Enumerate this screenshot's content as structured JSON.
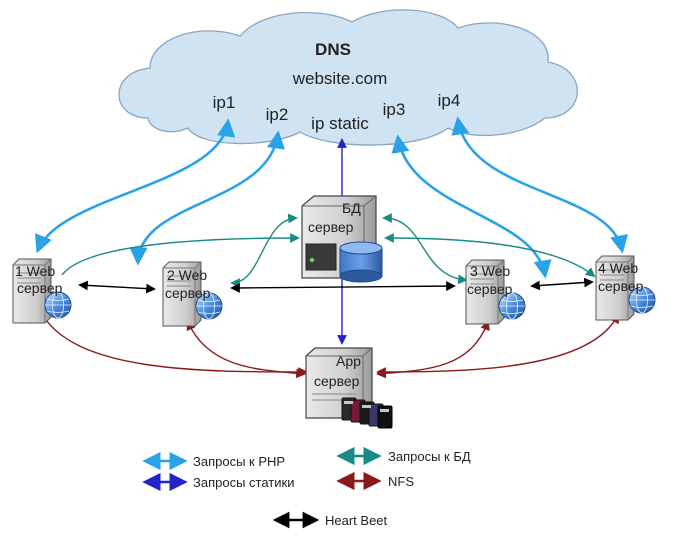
{
  "cloud": {
    "title": "DNS",
    "domain": "website.com",
    "ips": [
      "ip1",
      "ip2",
      "ip static",
      "ip3",
      "ip4"
    ]
  },
  "servers": {
    "web1": [
      "1 Web",
      "сервер"
    ],
    "web2": [
      "2 Web",
      "сервер"
    ],
    "web3": [
      "3 Web",
      "сервер"
    ],
    "web4": [
      "4 Web",
      "сервер"
    ],
    "db": [
      "БД",
      "сервер"
    ],
    "app": [
      "App",
      "сервер"
    ]
  },
  "legend": {
    "php": "Запросы к PHP",
    "static": "Запросы статики",
    "db": "Запросы к БД",
    "nfs": "NFS",
    "heartbeat": "Heart Beet"
  },
  "colors": {
    "php": "#29a3e6",
    "static": "#2323c8",
    "db": "#178c84",
    "nfs": "#8b1a1a",
    "heartbeat": "#000000",
    "cloud_fill": "#cfe3f3",
    "cloud_stroke": "#8aa6c0"
  }
}
